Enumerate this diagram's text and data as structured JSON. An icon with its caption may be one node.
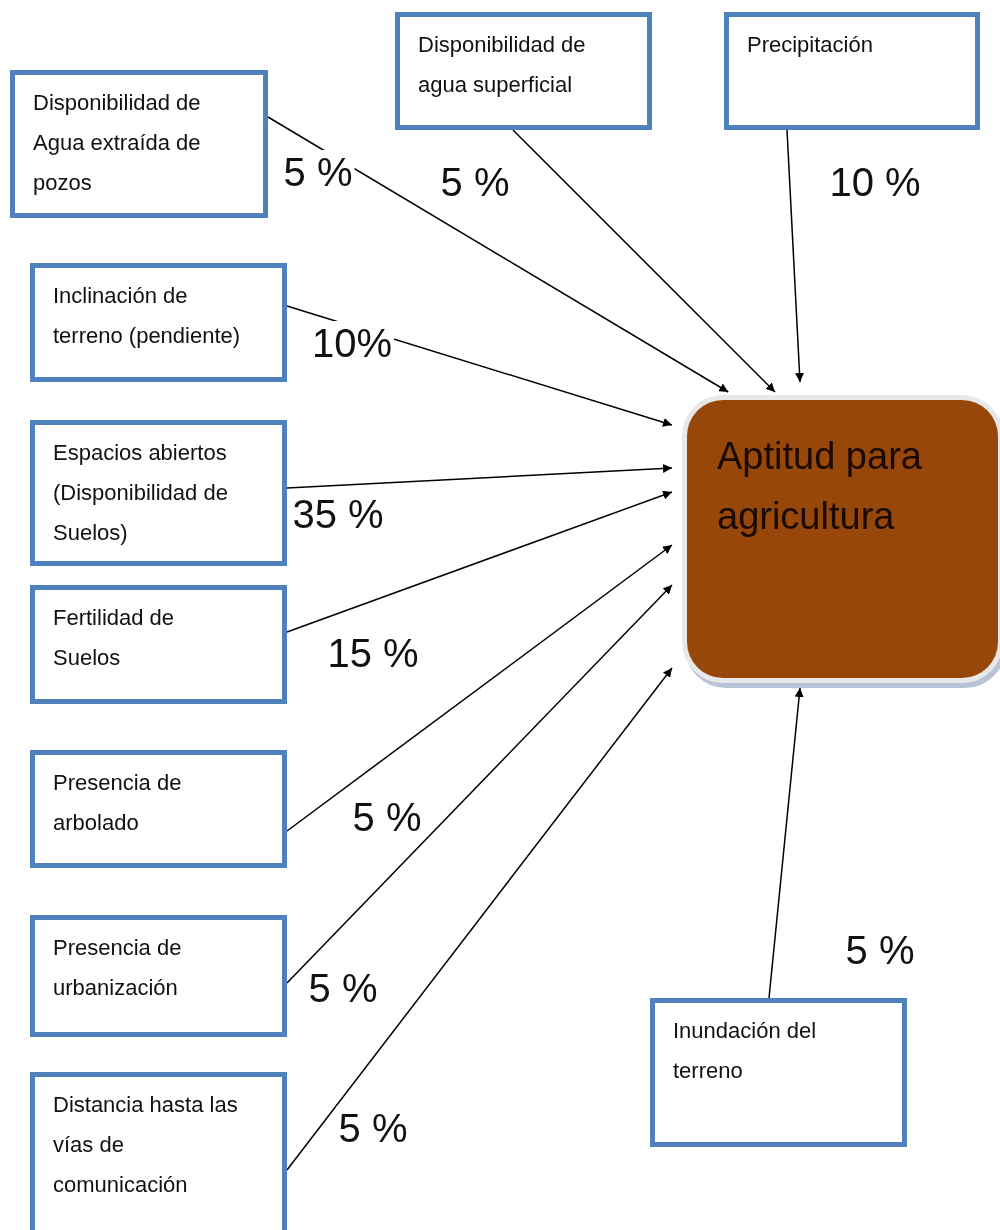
{
  "diagram": {
    "nodes": [
      {
        "text": [
          "Disponibilidad de Agua extraída de pozos"
        ]
      },
      {
        "text": [
          "Disponibilidad de agua superficial"
        ]
      },
      {
        "text": [
          "Precipitación"
        ]
      },
      {
        "text": [
          "Inclinación de terreno (pendiente)"
        ]
      },
      {
        "text": [
          "Espacios abiertos (Disponibilidad de Suelos)"
        ]
      },
      {
        "text": [
          "Fertilidad de Suelos"
        ]
      },
      {
        "text": [
          "Presencia de arbolado"
        ]
      },
      {
        "text": [
          "Presencia  de urbanización"
        ]
      },
      {
        "text": [
          "Distancia hasta las vías de comunicación"
        ]
      },
      {
        "text": [
          "Inundación del terreno"
        ]
      },
      {
        "text": [
          "Aptitud para agricultura"
        ]
      }
    ],
    "edges": [
      {
        "from": 0,
        "to": 10,
        "arrow": "to",
        "label": "5 %"
      },
      {
        "from": 1,
        "to": 10,
        "arrow": "to",
        "label": "5 %"
      },
      {
        "from": 2,
        "to": 10,
        "arrow": "to",
        "label": "10 %"
      },
      {
        "from": 3,
        "to": 10,
        "arrow": "to",
        "label": "10%"
      },
      {
        "from": 4,
        "to": 10,
        "arrow": "to",
        "label": "35 %"
      },
      {
        "from": 5,
        "to": 10,
        "arrow": "to",
        "label": "15 %"
      },
      {
        "from": 6,
        "to": 10,
        "arrow": "to",
        "label": "5 %"
      },
      {
        "from": 7,
        "to": 10,
        "arrow": "to",
        "label": "5 %"
      },
      {
        "from": 8,
        "to": 10,
        "arrow": "to",
        "label": "5 %"
      },
      {
        "from": 9,
        "to": 10,
        "arrow": "to",
        "label": "5 %"
      }
    ]
  }
}
